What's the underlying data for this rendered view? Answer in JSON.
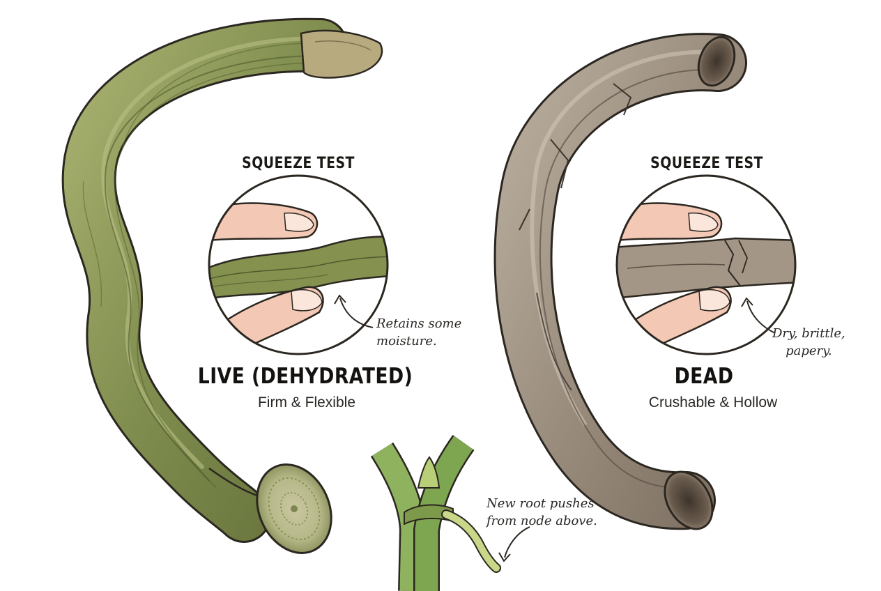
{
  "live": {
    "test_label": "SQUEEZE TEST",
    "title": "LIVE (DEHYDRATED)",
    "subtitle": "Firm & Flexible",
    "callout": "Retains some\nmoisture."
  },
  "dead": {
    "test_label": "SQUEEZE TEST",
    "title": "DEAD",
    "subtitle": "Crushable & Hollow",
    "callout": "Dry, brittle,\npapery."
  },
  "node": {
    "callout": "New root pushes\nfrom node above."
  },
  "colors": {
    "live_stem": "#7f8d4e",
    "live_stem_dark": "#4e5a2c",
    "dead_stem": "#9a8d7d",
    "dead_stem_dark": "#5a4f44",
    "skin": "#f3c9b6",
    "outline": "#2b2620"
  }
}
